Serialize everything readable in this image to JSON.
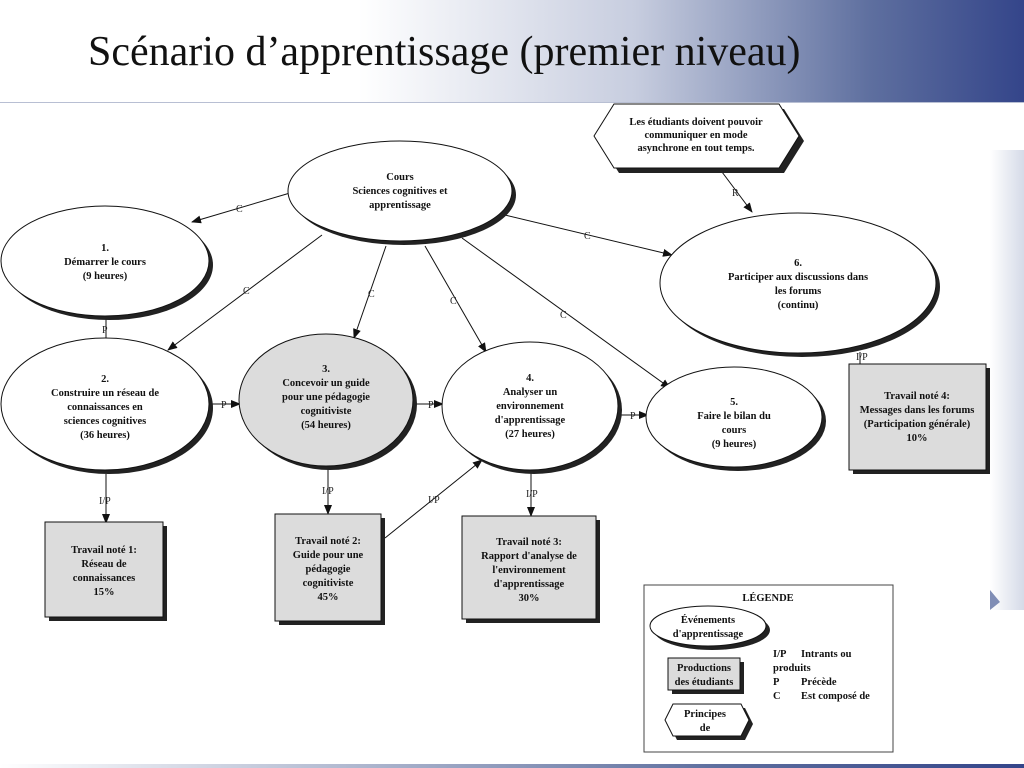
{
  "slide": {
    "title": "Scénario d’apprentissage (premier niveau)"
  },
  "nodes": {
    "cours": [
      "Cours",
      "Sciences cognitives et",
      "apprentissage"
    ],
    "n1": [
      "1.",
      "Démarrer le cours",
      "(9 heures)"
    ],
    "n2": [
      "2.",
      "Construire un réseau de",
      "connaissances en",
      "sciences cognitives",
      "(36 heures)"
    ],
    "n3": [
      "3.",
      "Concevoir un guide",
      "pour une pédagogie",
      "cognitiviste",
      "(54 heures)"
    ],
    "n4": [
      "4.",
      "Analyser un",
      "environnement",
      "d'apprentissage",
      "(27 heures)"
    ],
    "n5": [
      "5.",
      "Faire le bilan du",
      "cours",
      "(9 heures)"
    ],
    "n6": [
      "6.",
      "Participer aux discussions dans",
      "les forums",
      "(continu)"
    ],
    "principle": [
      "Les étudiants doivent pouvoir",
      "communiquer en mode",
      "asynchrone  en tout temps."
    ]
  },
  "products": {
    "t1": [
      "Travail noté 1:",
      "Réseau de",
      "connaissances",
      "15%"
    ],
    "t2": [
      "Travail noté 2:",
      "Guide pour une",
      "pédagogie",
      "cognitiviste",
      "45%"
    ],
    "t3": [
      "Travail noté 3:",
      "Rapport d'analyse de",
      "l'environnement",
      "d'apprentissage",
      "30%"
    ],
    "t4": [
      "Travail noté 4:",
      "Messages dans les forums",
      "(Participation générale)",
      "10%"
    ]
  },
  "edge_labels": {
    "c": "C",
    "p": "P",
    "ip": "I/P",
    "r": "R"
  },
  "legend": {
    "title": "LÉGENDE",
    "event": [
      "Événements",
      "d'apprentissage"
    ],
    "production": [
      "Productions",
      "des étudiants"
    ],
    "principle": [
      "Principes",
      "de"
    ],
    "codes": [
      {
        "code": "I/P",
        "meaning": "Intrants ou"
      },
      {
        "code": "",
        "meaning": "produits"
      },
      {
        "code": "P",
        "meaning": "Précède"
      },
      {
        "code": "C",
        "meaning": "Est composé de"
      }
    ]
  },
  "colors": {
    "title_gradient_end": "#34458a",
    "node_fill": "#ffffff",
    "node_highlight_fill": "#dcdcdc",
    "product_fill": "#dcdcdc",
    "shadow": "#222222"
  }
}
